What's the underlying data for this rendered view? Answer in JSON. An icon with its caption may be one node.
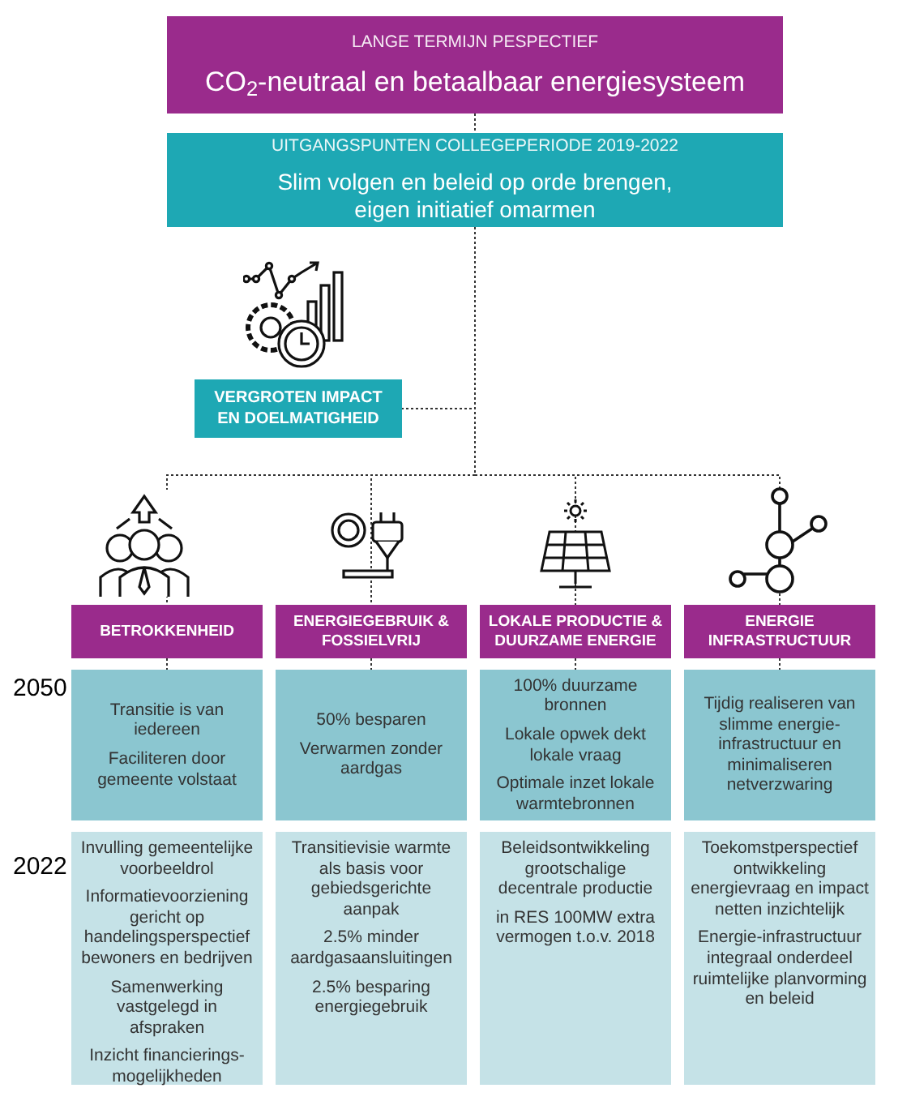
{
  "diagram": {
    "nodes": [
      {
        "text": [
          "LANGE TERMIJN PESPECTIEF",
          "CO$_{2}$-neutraal en betaalbaar energiesysteem"
        ]
      },
      {
        "text": [
          "UITGANGSPUNTEN COLLEGEPERIODE 2019-2022",
          "Slim volgen en beleid op orde brengen, eigen initiatief omarmen"
        ]
      },
      {
        "text": [
          "VERGROTEN IMPACT EN DOELMATIGHEID"
        ]
      },
      {
        "text": [
          "BETROKKENHEID"
        ]
      },
      {
        "text": [
          "ENERGIEGEBRUIK & FOSSIELVRIJ"
        ]
      },
      {
        "text": [
          "LOKALE PRODUCTIE & DUURZAME ENERGIE"
        ]
      },
      {
        "text": [
          "ENERGIE INFRASTRUCTUUR"
        ]
      },
      {
        "text": [
          "Transitie is van iedereen",
          "Faciliteren door gemeente volstaat"
        ]
      },
      {
        "text": [
          "50% besparen",
          "Verwarmen zonder aardgas"
        ]
      },
      {
        "text": [
          "100% duurzame bronnen",
          "Lokale opwek dekt lokale vraag",
          "Optimale inzet lokale warmtebronnen"
        ]
      },
      {
        "text": [
          "Tijdig realiseren van slimme energie-infrastructuur en minimaliseren netverzwaring"
        ]
      },
      {
        "text": [
          "Invulling gemeentelijke voorbeeldrol",
          "Informatievoorziening gericht op handelingsperspectief bewoners en bedrijven",
          "Samenwerking vastgelegd in afspraken",
          "Inzicht financierings-mogelijkheden"
        ]
      },
      {
        "text": [
          "Transitievisie warmte als basis voor gebiedsgerichte aanpak",
          "2.5% minder aardgasaansluitingen",
          "2.5% besparing energiegebruik"
        ]
      },
      {
        "text": [
          "Beleidsontwikkeling grootschalige decentrale productie",
          "in RES 100MW extra vermogen t.o.v. 2018"
        ]
      },
      {
        "text": [
          "Toekomstperspectief ontwikkeling energievraag en impact netten inzichtelijk",
          "Energie-infrastructuur integraal onderdeel ruimtelijke planvorming en beleid"
        ]
      }
    ],
    "edges": [
      {
        "from": 0,
        "to": 1,
        "arrow": "none",
        "style": "dashed"
      },
      {
        "from": 1,
        "to": 2,
        "arrow": "none",
        "style": "dashed"
      },
      {
        "from": 1,
        "to": 3,
        "arrow": "none",
        "style": "dashed"
      },
      {
        "from": 1,
        "to": 4,
        "arrow": "none",
        "style": "dashed"
      },
      {
        "from": 1,
        "to": 5,
        "arrow": "none",
        "style": "dashed"
      },
      {
        "from": 1,
        "to": 6,
        "arrow": "none",
        "style": "dashed"
      },
      {
        "from": 3,
        "to": 7,
        "arrow": "none",
        "style": "dashed"
      },
      {
        "from": 4,
        "to": 8,
        "arrow": "none",
        "style": "dashed"
      },
      {
        "from": 5,
        "to": 9,
        "arrow": "none",
        "style": "dashed"
      },
      {
        "from": 6,
        "to": 10,
        "arrow": "none",
        "style": "dashed"
      }
    ],
    "labels": [
      "2050",
      "2022"
    ]
  }
}
